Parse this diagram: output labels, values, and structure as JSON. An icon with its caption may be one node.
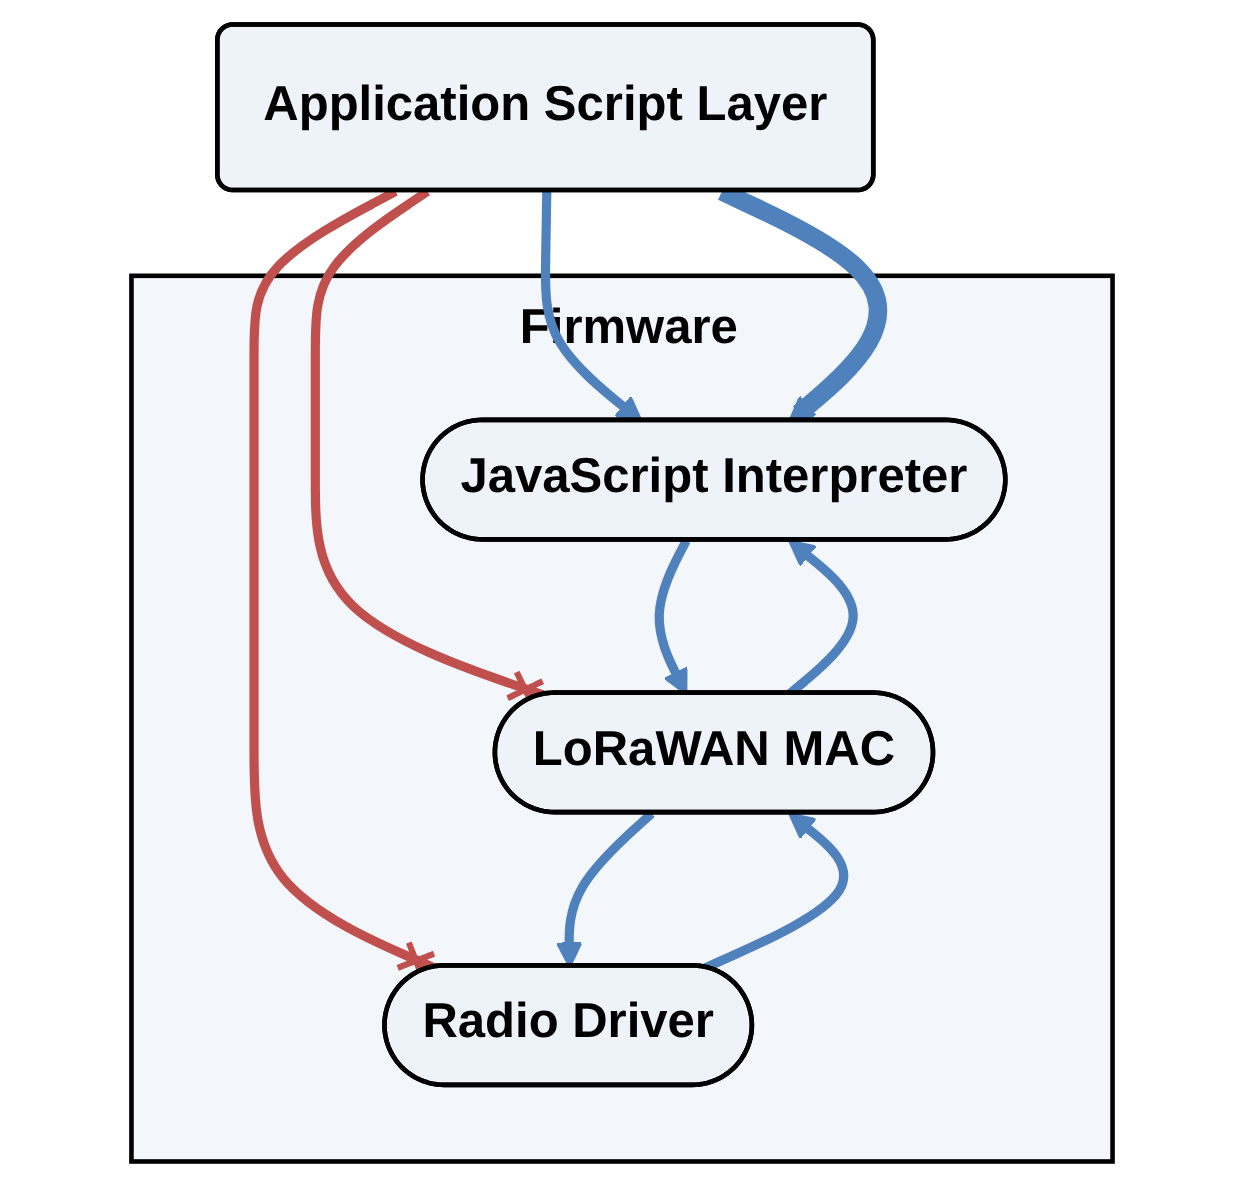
{
  "diagram": {
    "nodes": [
      {
        "text": [
          "Application Script Layer"
        ]
      },
      {
        "text": [
          "Firmware"
        ]
      },
      {
        "text": [
          "JavaScript Interpreter"
        ],
        "in": 1
      },
      {
        "text": [
          "LoRaWAN MAC"
        ],
        "in": 1
      },
      {
        "text": [
          "Radio Driver"
        ],
        "in": 1
      }
    ],
    "edges": [
      {
        "from": 0,
        "to": 2,
        "arrow": "to"
      },
      {
        "from": 0,
        "to": 2,
        "arrow": "to",
        "style": "thick"
      },
      {
        "from": 0,
        "to": 3,
        "arrow": "other",
        "color": "#c0504d"
      },
      {
        "from": 0,
        "to": 4,
        "arrow": "other",
        "color": "#c0504d"
      },
      {
        "from": 2,
        "to": 3,
        "arrow": "to"
      },
      {
        "from": 3,
        "to": 4,
        "arrow": "to"
      },
      {
        "from": 4,
        "to": 3,
        "arrow": "to"
      },
      {
        "from": 3,
        "to": 2,
        "arrow": "to"
      }
    ]
  }
}
